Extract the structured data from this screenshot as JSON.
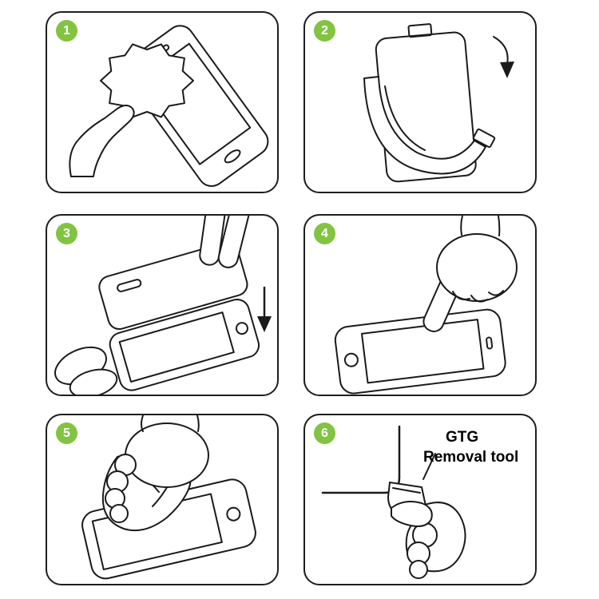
{
  "colors": {
    "accent_green": "#82C341",
    "line": "#1a1a1a",
    "background": "#ffffff"
  },
  "steps": [
    {
      "number": "1",
      "illustration": "wipe-phone-with-cloth"
    },
    {
      "number": "2",
      "illustration": "peel-film-from-glass"
    },
    {
      "number": "3",
      "illustration": "align-glass-over-phone"
    },
    {
      "number": "4",
      "illustration": "press-screen-with-finger"
    },
    {
      "number": "5",
      "illustration": "smooth-film-on-phone"
    },
    {
      "number": "6",
      "illustration": "corner-removal-tool",
      "label_line1": "GTG",
      "label_line2": "Removal tool"
    }
  ]
}
